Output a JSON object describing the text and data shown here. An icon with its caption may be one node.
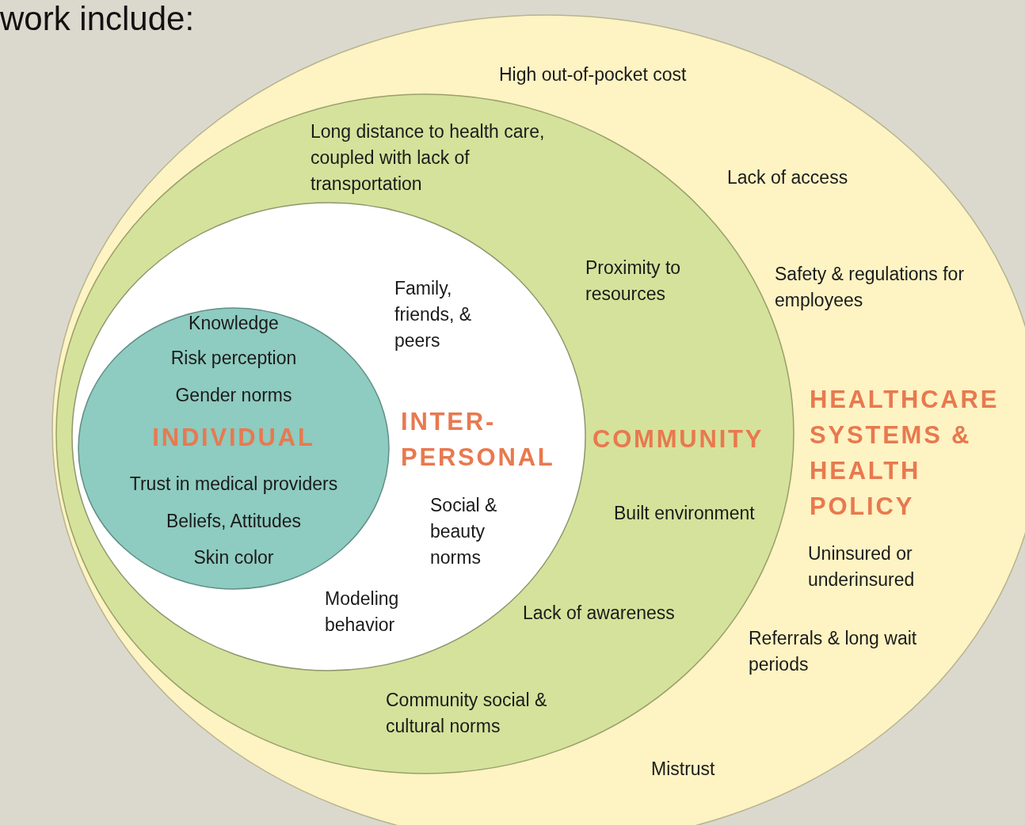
{
  "diagram": {
    "nodes": [
      {
        "text": [
          "High out-of-pocket cost",
          "Lack of access",
          "Safety & regulations for employees",
          "HEALTHCARE SYSTEMS & HEALTH POLICY",
          "Uninsured or underinsured",
          "Referrals & long wait periods",
          "Mistrust"
        ]
      },
      {
        "text": [
          "Long distance to health care, coupled with lack of transportation",
          "Proximity to resources",
          "COMMUNITY",
          "Built environment",
          "Lack of awareness",
          "Community social & cultural norms"
        ],
        "in": 0
      },
      {
        "text": [
          "Family, friends, & peers",
          "INTER-PERSONAL",
          "Social & beauty norms",
          "Modeling behavior"
        ],
        "in": 1
      },
      {
        "text": [
          "Knowledge",
          "Risk perception",
          "Gender norms",
          "INDIVIDUAL",
          "Trust in medical providers",
          "Beliefs, Attitudes",
          "Skin color"
        ],
        "in": 2
      }
    ],
    "labels": [
      "work include:"
    ]
  }
}
